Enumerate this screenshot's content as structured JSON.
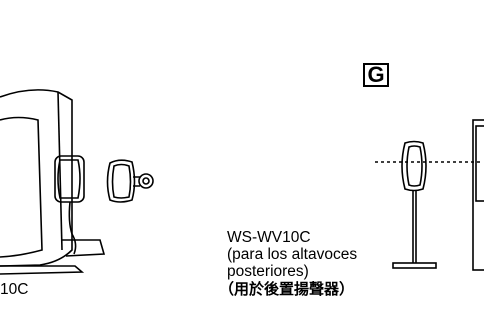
{
  "labels": {
    "left_model_fragment": "10C",
    "model": "WS-WV10C",
    "spanish_line1": "(para los altavoces",
    "spanish_line2": "posteriores)",
    "chinese": "（用於後置揚聲器）"
  },
  "figure": {
    "letter": "G"
  },
  "colors": {
    "ink": "#000000",
    "paper": "#ffffff"
  }
}
